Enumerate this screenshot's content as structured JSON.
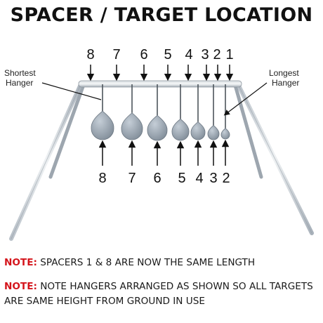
{
  "title": "SPACER / TARGET LOCATION",
  "labels": {
    "shortest_hanger": [
      "Shortest",
      "Hanger"
    ],
    "longest_hanger": [
      "Longest",
      "Hanger"
    ]
  },
  "top_numbers": [
    "8",
    "7",
    "6",
    "5",
    "4",
    "3",
    "2",
    "1"
  ],
  "bottom_numbers": [
    "8",
    "7",
    "6",
    "5",
    "4",
    "3",
    "2"
  ],
  "notes": [
    {
      "prefix": "NOTE:",
      "text": " SPACERS 1 & 8 ARE NOW THE SAME LENGTH"
    },
    {
      "prefix": "NOTE:",
      "text": " NOTE HANGERS ARRANGED AS SHOWN SO ALL TARGETS ARE SAME HEIGHT FROM GROUND IN USE"
    }
  ],
  "colors": {
    "note_prefix": "#d4141b",
    "steel": "#9aa5b1",
    "frame": "#c8ced4"
  }
}
